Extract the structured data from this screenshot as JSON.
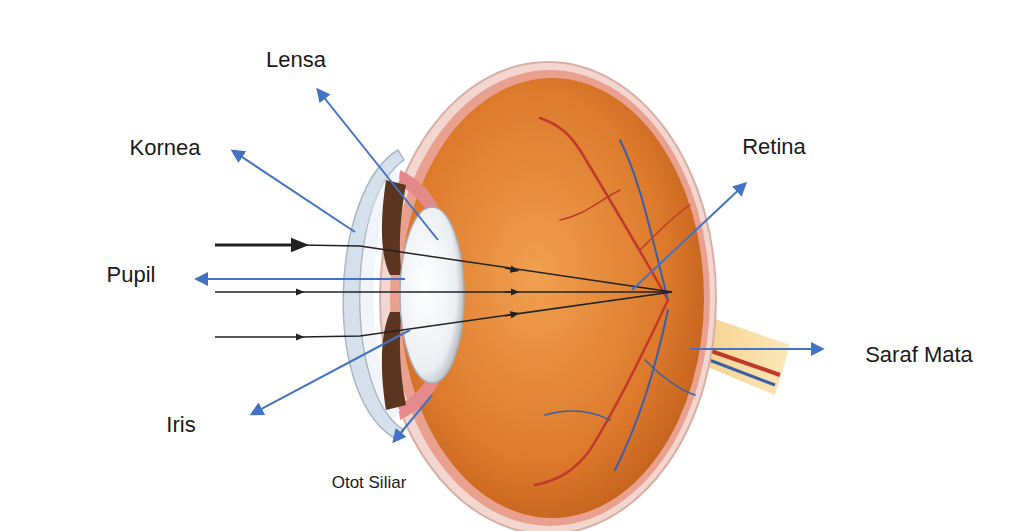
{
  "diagram": {
    "labels": [
      "Lensa",
      "Kornea",
      "Retina",
      "Pupil",
      "Saraf Mata",
      "Iris",
      "Otot Siliar"
    ]
  }
}
